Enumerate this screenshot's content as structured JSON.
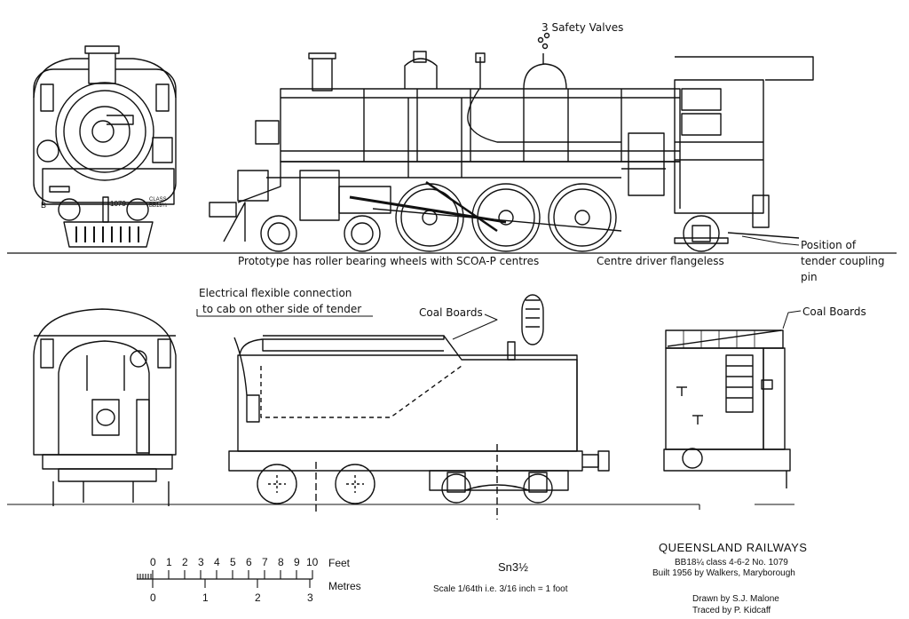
{
  "annotations": {
    "safety_valves": "3 Safety Valves",
    "prototype_note": "Prototype has roller bearing wheels with SCOA-P centres",
    "centre_driver": "Centre driver flangeless",
    "coupling_pin_line1": "Position of",
    "coupling_pin_line2": "tender coupling",
    "coupling_pin_line3": "pin",
    "electrical_line1": "Electrical flexible connection",
    "electrical_line2": "to cab on other side of tender",
    "coal_boards_tender": "Coal Boards",
    "coal_boards_rear": "Coal Boards",
    "front_class_plate": "CLASS BB18¼",
    "front_number_plate": "1079",
    "front_letter": "B"
  },
  "title_block": {
    "railway": "QUEENSLAND RAILWAYS",
    "class_line": "BB18¼ class 4-6-2 No. 1079",
    "built_line": "Built 1956 by Walkers, Maryborough",
    "drawn_by": "Drawn by S.J. Malone",
    "traced_by": "Traced by P. Kidcaff"
  },
  "scale_info": {
    "gauge": "Sn3½",
    "scale_text": "Scale 1/64th i.e. 3/16 inch = 1 foot",
    "feet_label": "Feet",
    "metres_label": "Metres",
    "feet_ticks": [
      "0",
      "1",
      "2",
      "3",
      "4",
      "5",
      "6",
      "7",
      "8",
      "9",
      "10"
    ],
    "metre_ticks": [
      "0",
      "1",
      "2",
      "3"
    ]
  }
}
